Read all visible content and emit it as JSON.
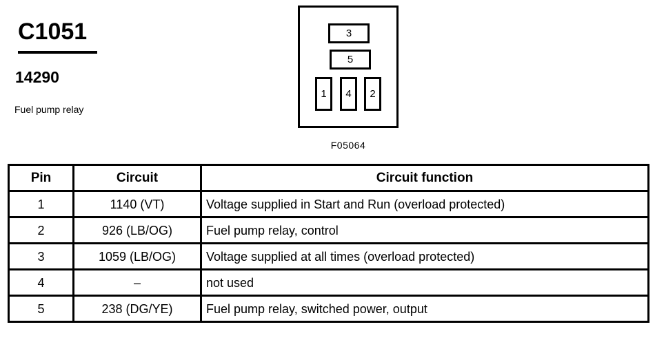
{
  "header": {
    "connector_id": "C1051",
    "part_number": "14290",
    "component_name": "Fuel pump relay"
  },
  "diagram": {
    "caption": "F05064",
    "cavities": [
      {
        "pin": "3",
        "shape": "wide"
      },
      {
        "pin": "5",
        "shape": "wide"
      },
      {
        "pin": "1",
        "shape": "tall"
      },
      {
        "pin": "4",
        "shape": "tall"
      },
      {
        "pin": "2",
        "shape": "tall"
      }
    ]
  },
  "table": {
    "headers": {
      "pin": "Pin",
      "circuit": "Circuit",
      "function": "Circuit function"
    },
    "rows": [
      {
        "pin": "1",
        "circuit": "1140 (VT)",
        "function": "Voltage supplied in Start and Run (overload protected)"
      },
      {
        "pin": "2",
        "circuit": "926 (LB/OG)",
        "function": "Fuel pump relay, control"
      },
      {
        "pin": "3",
        "circuit": "1059 (LB/OG)",
        "function": "Voltage supplied at all times (overload protected)"
      },
      {
        "pin": "4",
        "circuit": "–",
        "function": "not used"
      },
      {
        "pin": "5",
        "circuit": "238 (DG/YE)",
        "function": "Fuel pump relay, switched power, output"
      }
    ]
  },
  "colors": {
    "ink": "#000000",
    "paper": "#ffffff"
  }
}
